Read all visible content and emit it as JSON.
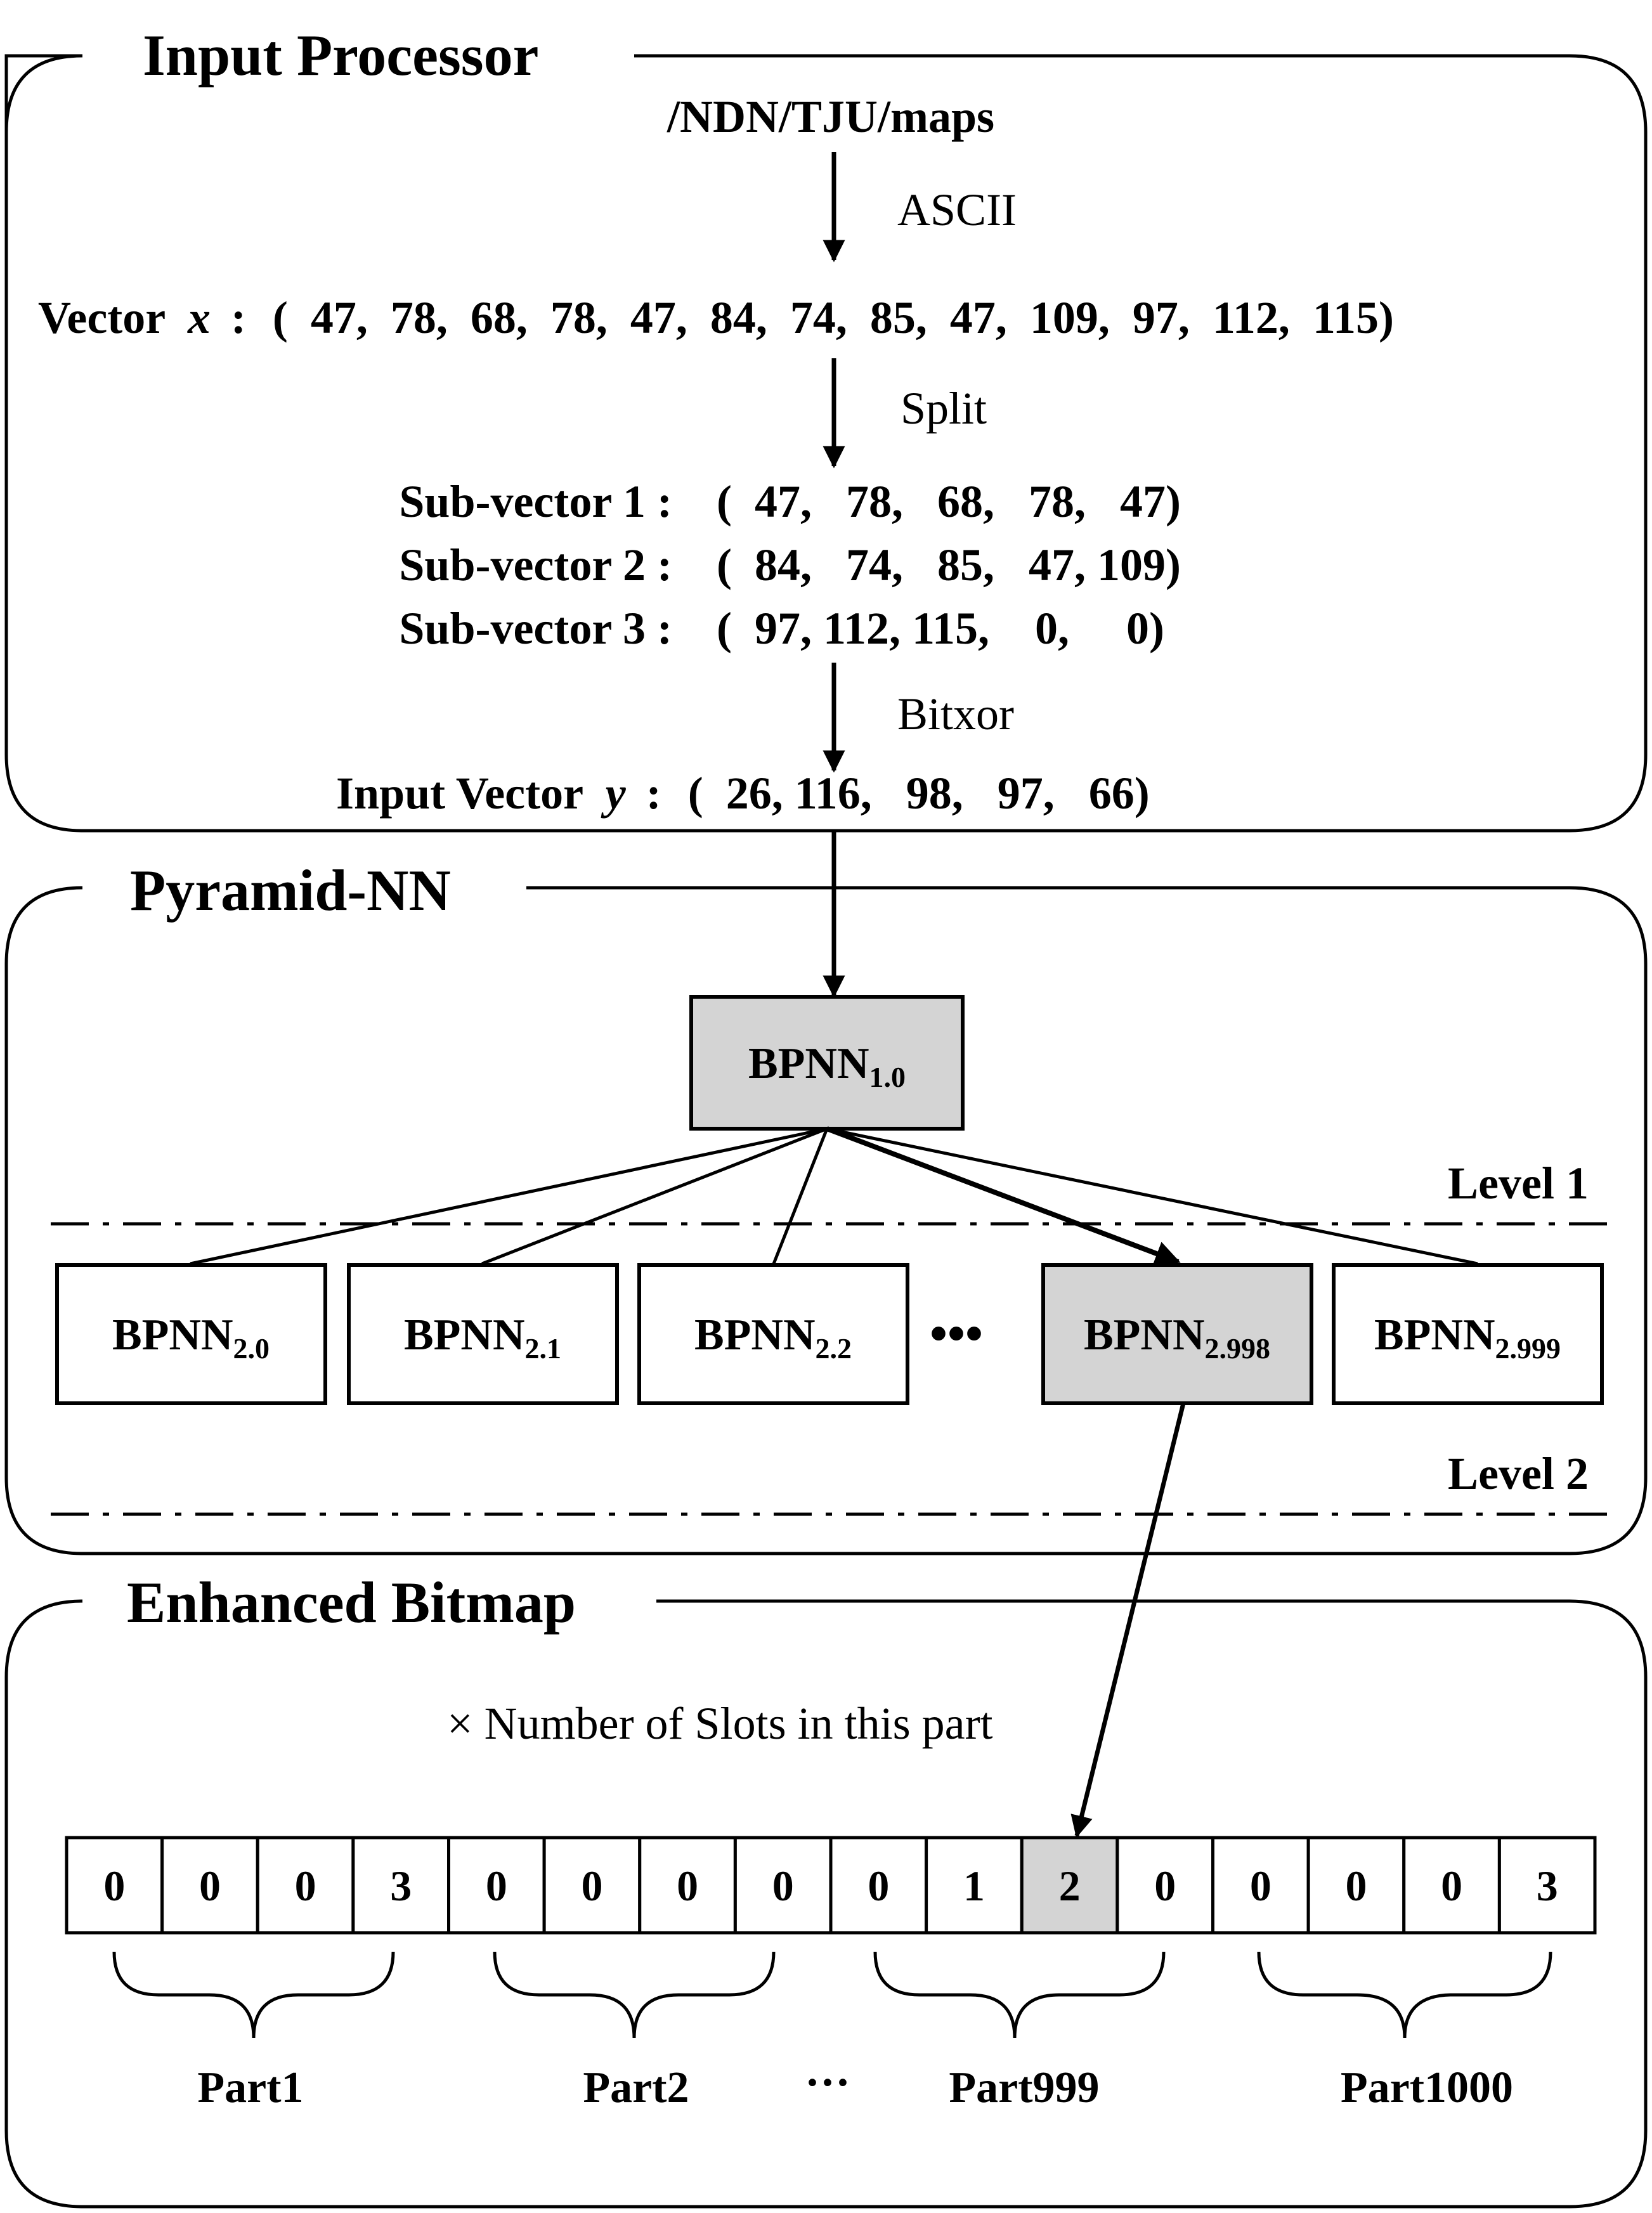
{
  "sections": {
    "input_processor": "Input Processor",
    "pyramid_nn": "Pyramid-NN",
    "enhanced_bitmap": "Enhanced Bitmap"
  },
  "input": {
    "name": "/NDN/TJU/maps",
    "step_ascii": "ASCII",
    "vector_x_label": "Vector",
    "vector_x_var": "x",
    "vector_x_colon": ":",
    "vector_x_values": "(  47,  78,  68,  78,  47,  84,  74,  85,  47,  109,  97,  112,  115)",
    "step_split": "Split",
    "subvectors": [
      {
        "label": "Sub-vector 1 :",
        "values": "(  47,   78,   68,   78,   47)"
      },
      {
        "label": "Sub-vector 2 :",
        "values": "(  84,   74,   85,   47, 109)"
      },
      {
        "label": "Sub-vector 3 :",
        "values": "(  97, 112, 115,    0,     0)"
      }
    ],
    "step_bitxor": "Bitxor",
    "input_vector_label": "Input Vector",
    "input_vector_var": "y",
    "input_vector_colon": ":",
    "input_vector_values": "(  26, 116,   98,   97,   66)"
  },
  "pyramid": {
    "root": {
      "name": "BPNN",
      "sub": "1.0"
    },
    "level1_label": "Level 1",
    "level2_label": "Level 2",
    "level2_nodes": [
      {
        "name": "BPNN",
        "sub": "2.0",
        "highlighted": false
      },
      {
        "name": "BPNN",
        "sub": "2.1",
        "highlighted": false
      },
      {
        "name": "BPNN",
        "sub": "2.2",
        "highlighted": false
      },
      {
        "name": "BPNN",
        "sub": "2.998",
        "highlighted": true
      },
      {
        "name": "BPNN",
        "sub": "2.999",
        "highlighted": false
      }
    ],
    "ellipsis": "•••"
  },
  "bitmap": {
    "multiplier_note": "× Number of Slots in this part",
    "cells": [
      "0",
      "0",
      "0",
      "3",
      "0",
      "0",
      "0",
      "0",
      "0",
      "1",
      "2",
      "0",
      "0",
      "0",
      "0",
      "3"
    ],
    "highlighted_index": 10,
    "parts": [
      "Part1",
      "Part2",
      "Part999",
      "Part1000"
    ],
    "parts_ellipsis": "···"
  },
  "colors": {
    "highlight": "#d4d4d4",
    "stroke": "#000000",
    "background": "#ffffff"
  }
}
